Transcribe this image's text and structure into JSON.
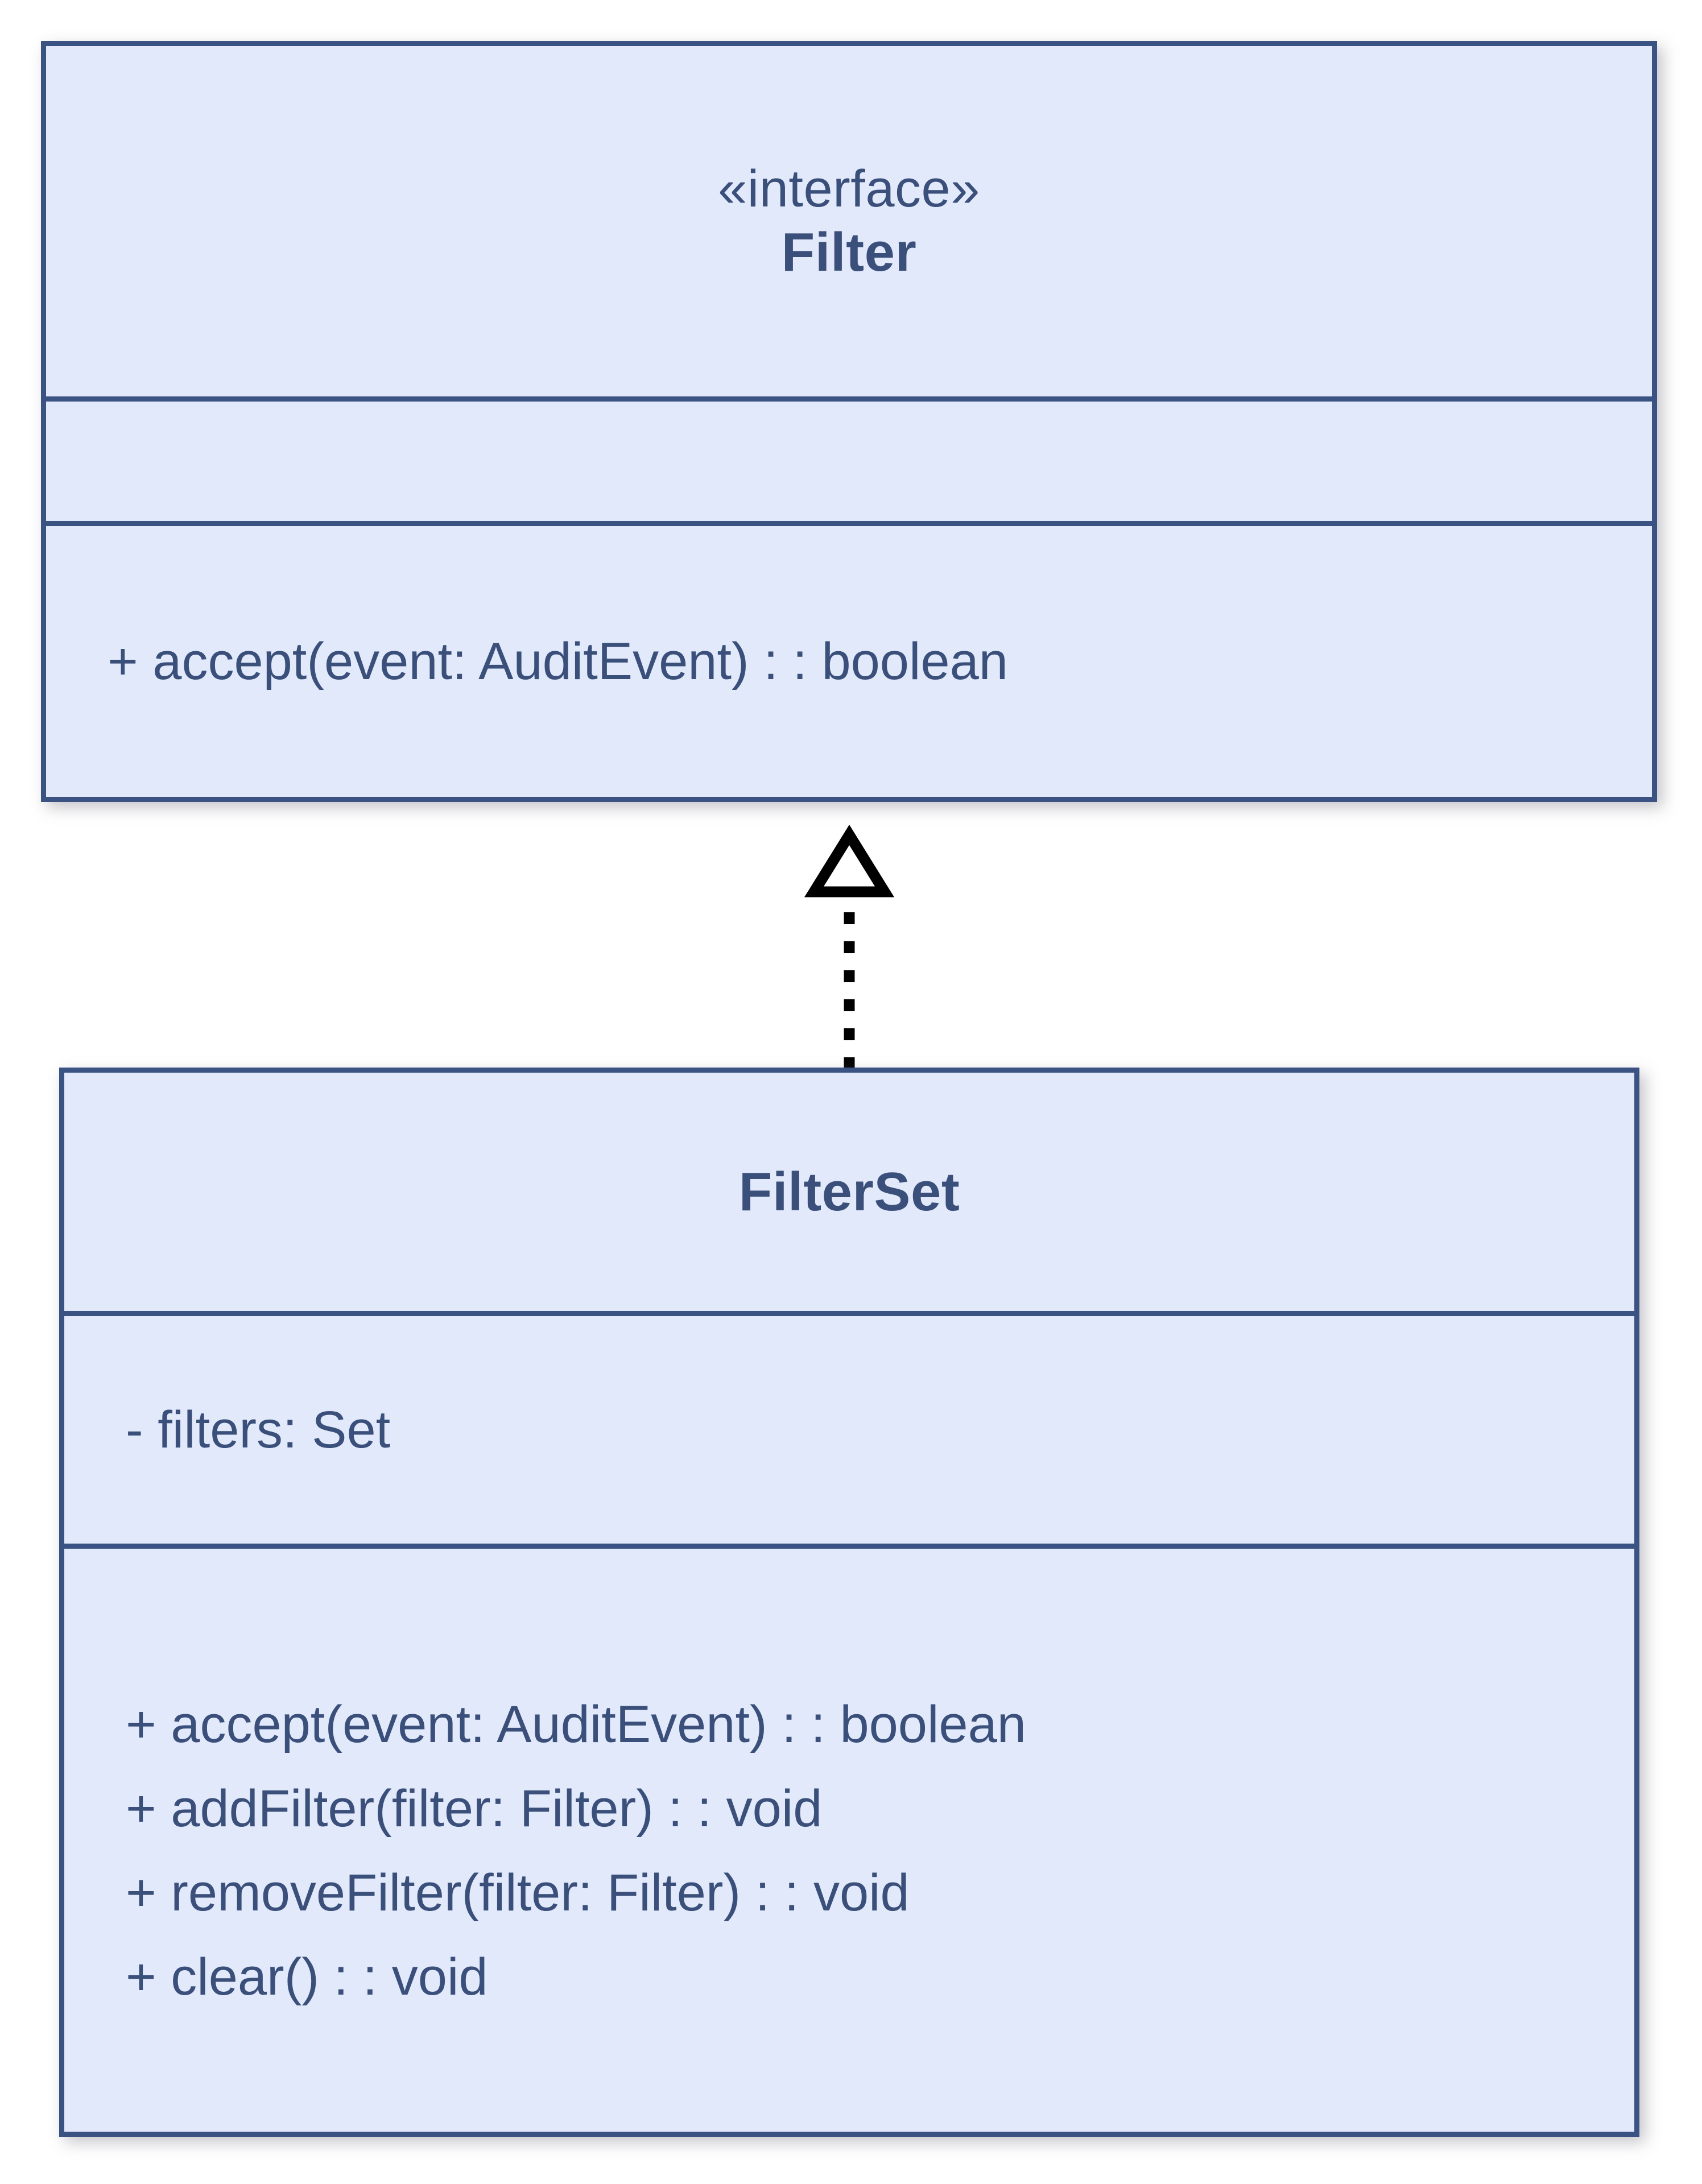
{
  "diagram": {
    "kind": "uml-class-diagram",
    "background_color": "#ffffff",
    "box_fill_color": "#e2e9fb",
    "box_border_color": "#3b5383",
    "text_color": "#3a4f7a",
    "connector_color": "#000000"
  },
  "classes": [
    {
      "id": "filter",
      "stereotype": "«interface»",
      "name": "Filter",
      "attributes": [],
      "operations": [
        "+ accept(event: AuditEvent) : : boolean"
      ]
    },
    {
      "id": "filterset",
      "stereotype": "",
      "name": "FilterSet",
      "attributes": [
        "- filters: Set"
      ],
      "operations": [
        "+ accept(event: AuditEvent) : : boolean",
        "+ addFilter(filter: Filter) : : void",
        "+ removeFilter(filter: Filter) : : void",
        "+ clear() : : void"
      ]
    }
  ],
  "connectors": [
    {
      "type": "realization",
      "icon": "hollow-triangle-arrowhead-icon",
      "line_style": "dashed",
      "from": "FilterSet",
      "to": "Filter",
      "direction": "up"
    }
  ]
}
